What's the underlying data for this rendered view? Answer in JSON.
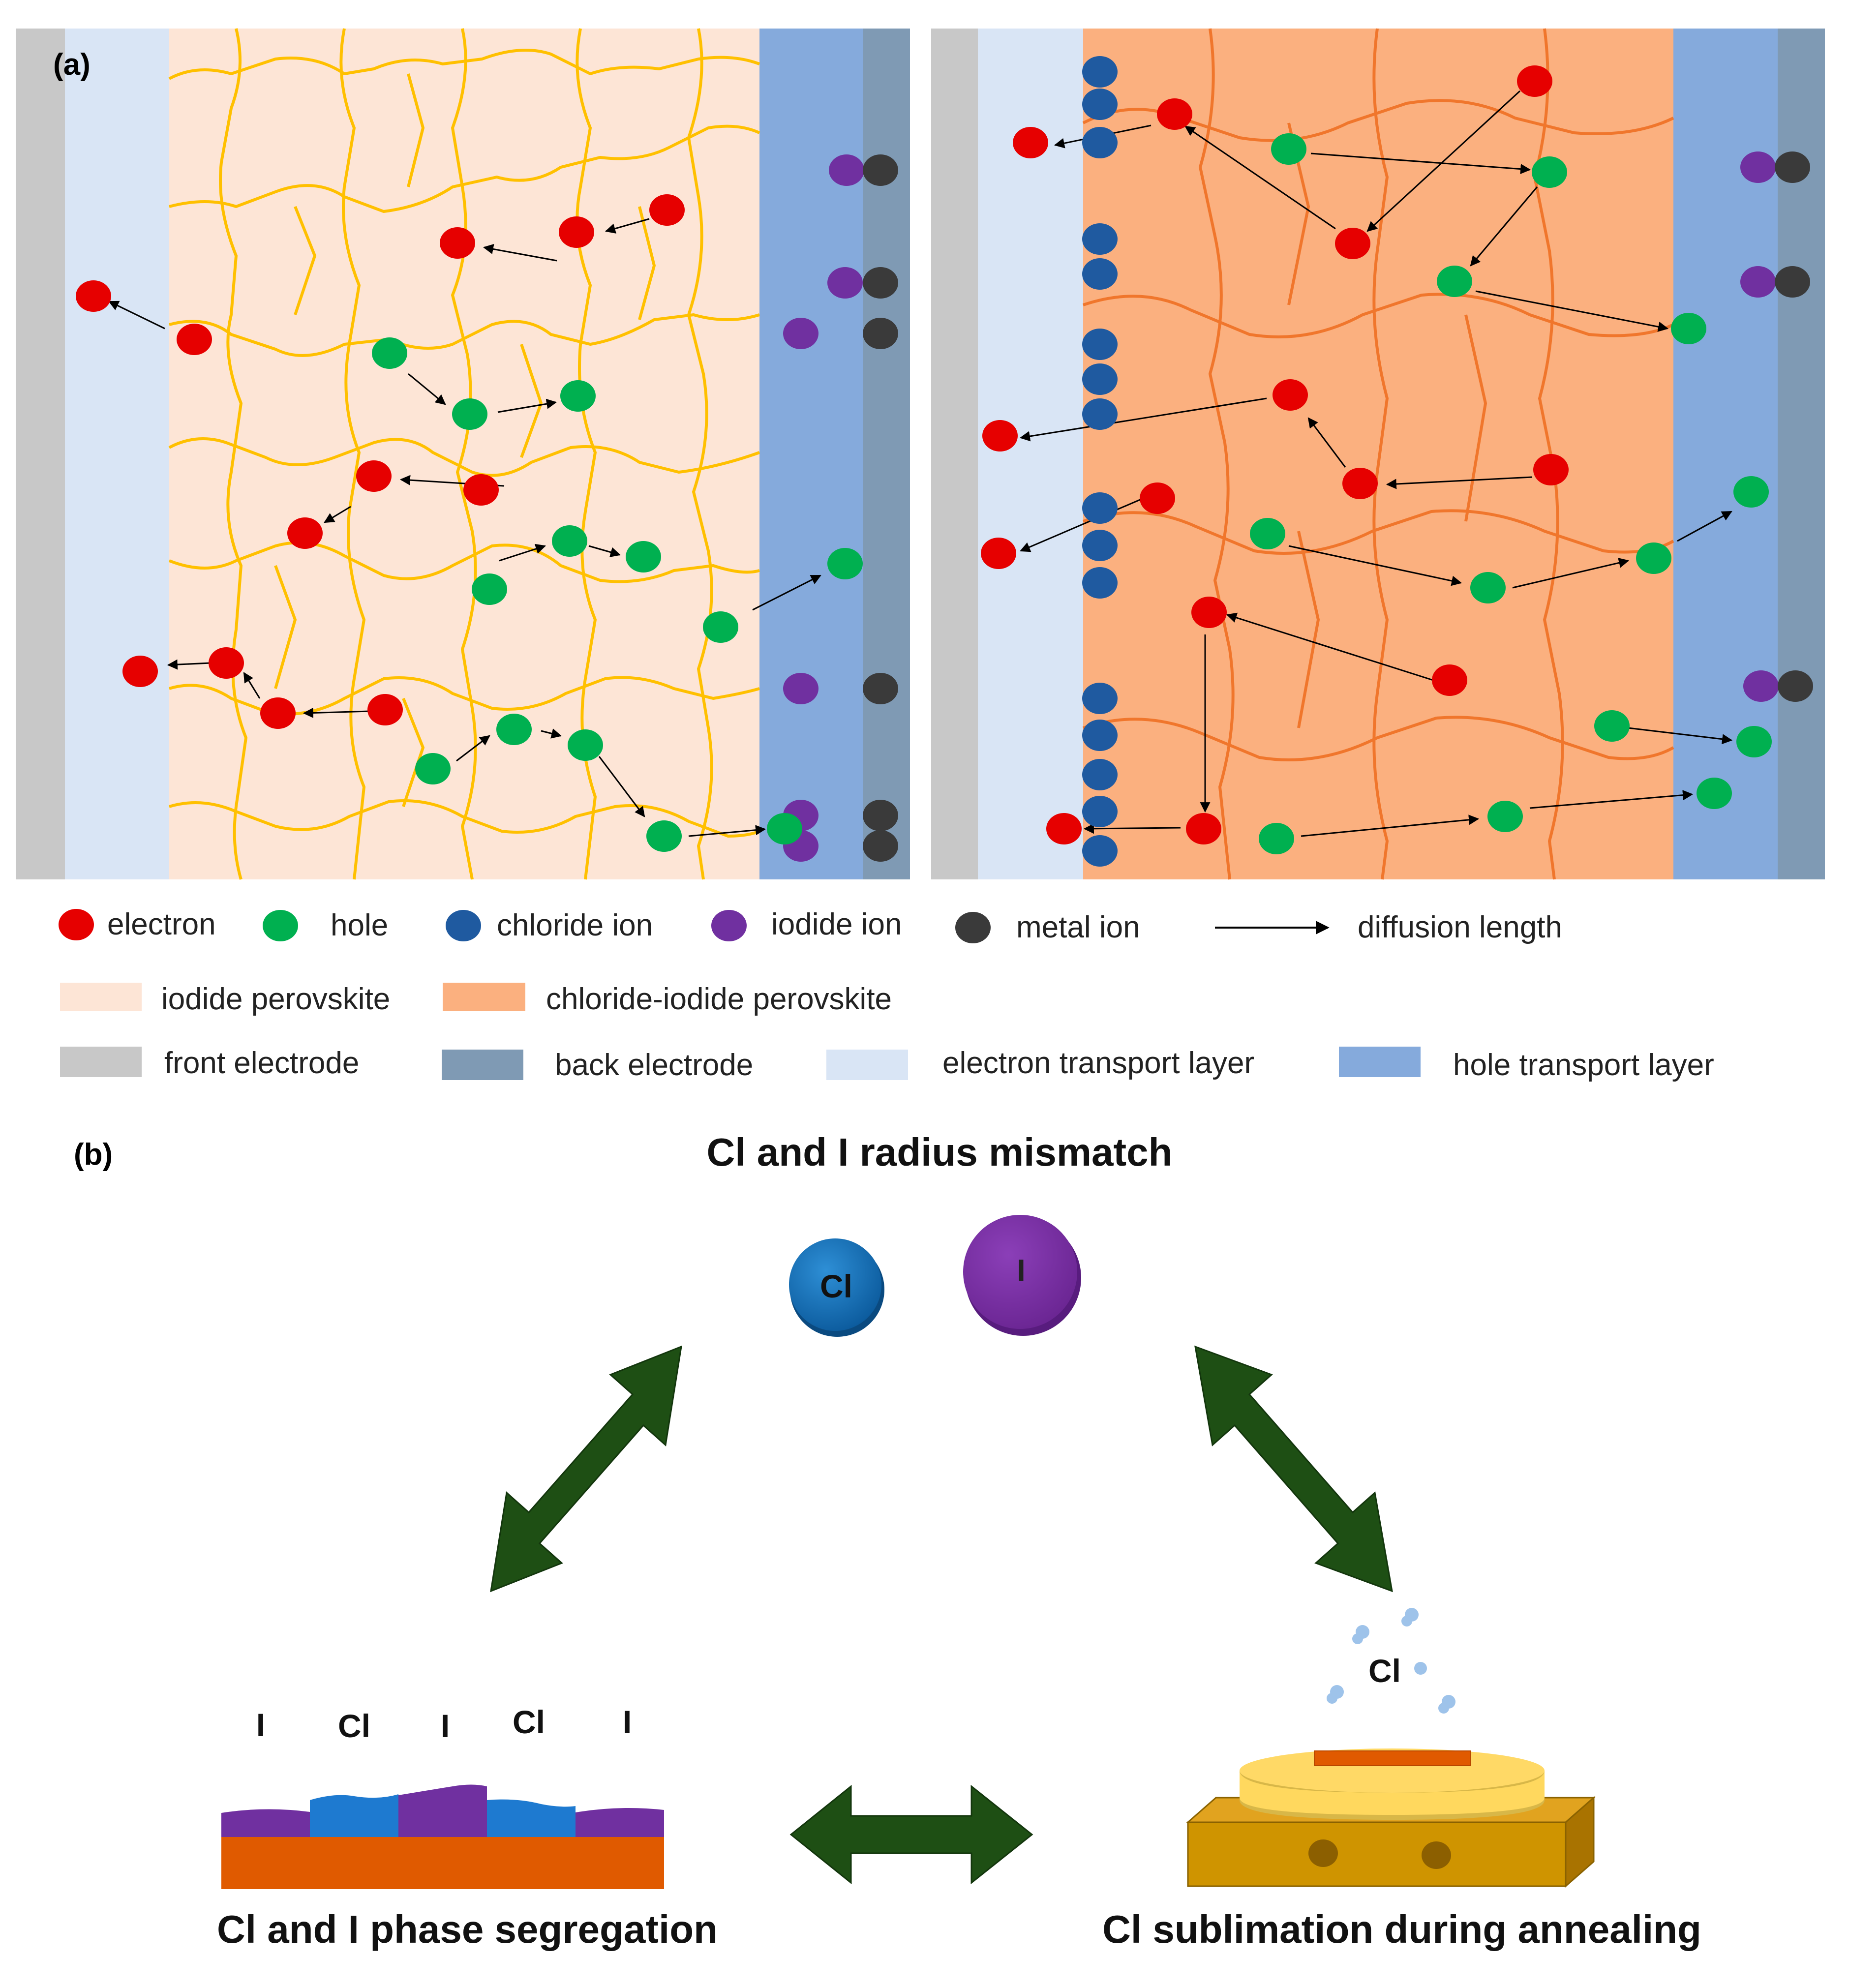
{
  "panel_a": {
    "label": "(a)",
    "legend": {
      "electron": "electron",
      "hole": "hole",
      "chloride_ion": "chloride ion",
      "iodide_ion": "iodide ion",
      "metal_ion": "metal ion",
      "diffusion_length": "diffusion length",
      "iodide_perovskite": "iodide perovskite",
      "chloride_iodide_perovskite": "chloride-iodide perovskite",
      "front_electrode": "front electrode",
      "back_electrode": "back electrode",
      "electron_transport_layer": "electron transport layer",
      "hole_transport_layer": "hole transport layer"
    }
  },
  "panel_b": {
    "label": "(b)",
    "top_title": "Cl and I radius mismatch",
    "cl_symbol": "Cl",
    "i_symbol": "I",
    "segregation": {
      "labels": [
        "I",
        "Cl",
        "I",
        "Cl",
        "I"
      ],
      "caption": "Cl and I phase segregation"
    },
    "sublimation": {
      "label": "Cl",
      "caption": "Cl sublimation during annealing"
    }
  },
  "colors": {
    "electron": "#e60000",
    "hole": "#00b050",
    "chloride_ion": "#1f5aa0",
    "iodide_ion": "#7030a0",
    "metal_ion": "#3a3a3a",
    "iodide_perovskite": "#fde5d6",
    "chloride_iodide_perovskite": "#fbb07f",
    "front_electrode": "#c8c8c8",
    "back_electrode": "#7f9ab4",
    "electron_transport_layer": "#d9e5f5",
    "hole_transport_layer": "#85aadc",
    "grain_left": "#ffc000",
    "grain_right": "#f0762c",
    "double_arrow": "#1e4f14"
  }
}
